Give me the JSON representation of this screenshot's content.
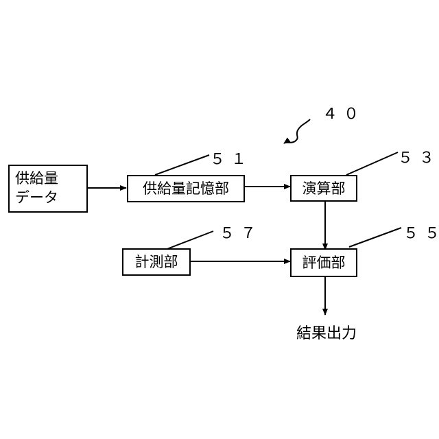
{
  "figure_number": "４０",
  "blocks": {
    "supply_data": {
      "line1": "供給量",
      "line2": "データ"
    },
    "supply_storage": {
      "label": "供給量記憶部",
      "ref": "５１"
    },
    "computation": {
      "label": "演算部",
      "ref": "５３"
    },
    "measurement": {
      "label": "計測部",
      "ref": "５７"
    },
    "evaluation": {
      "label": "評価部",
      "ref": "５５"
    }
  },
  "output_label": "結果出力"
}
